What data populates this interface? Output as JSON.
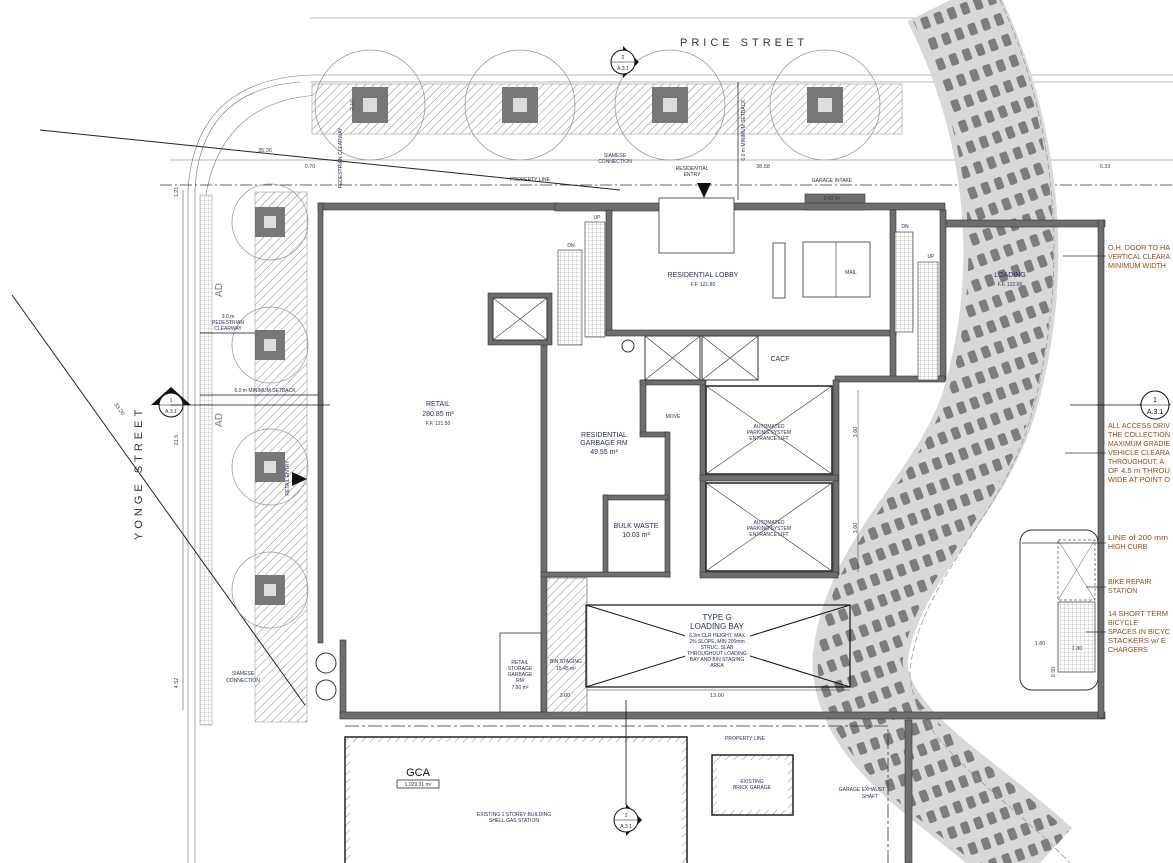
{
  "streets": {
    "north": "PRICE STREET",
    "west": "YONGE STREET"
  },
  "rooms": {
    "retail": {
      "name": "RETAIL",
      "area": "280.85 m²",
      "ff": "F.F. 121.50"
    },
    "lobby": {
      "name": "RESIDENTIAL LOBBY",
      "ff": "F.F. 121.80"
    },
    "mail": "MAIL",
    "garbage": {
      "line1": "RESIDENTIAL",
      "line2": "GARBAGE RM",
      "area": "49.55 m²"
    },
    "move": "MOVE",
    "cacf": "CACF",
    "bulk": {
      "name": "BULK WASTE",
      "area": "10.03 m²"
    },
    "aps_lift": [
      "AUTOMATED",
      "PARKING SYSTEM",
      "ENTRANCE LIFT"
    ],
    "loading": {
      "name": "LOADING",
      "ff": "F.F. 122.00"
    },
    "loading_bay": {
      "line1": "TYPE G",
      "line2": "LOADING BAY",
      "notes": [
        "6.3m CLR HEIGHT, MAX",
        "2% SLOPE, MIN 200mm",
        "STRUC. SLAB",
        "THROUGHOUT LOADING",
        "BAY AND BIN STAGING",
        "AREA"
      ]
    },
    "bin_staging": {
      "name": "BIN STAGING",
      "area": "15.45 m²"
    },
    "retail_storage": {
      "lines": [
        "RETAIL",
        "STORAGE",
        "GARBAGE",
        "RM"
      ],
      "area": "7.90 m²"
    },
    "gca": {
      "name": "GCA",
      "area": "1,029.31 m²"
    },
    "existing_building": [
      "EXISTING 1 STOREY BUILDING",
      "SHELL GAS STATION"
    ],
    "brick_garage": [
      "EXISTING",
      "BRICK GARAGE"
    ]
  },
  "stairs": {
    "up": "UP",
    "dn": "DN"
  },
  "labels": {
    "siamese": [
      "SIAMESE",
      "CONNECTION"
    ],
    "residential_entry": [
      "RESIDENTIAL",
      "ENTRY"
    ],
    "garage_intake": "GARAGE INTAKE",
    "intake_area": "2.40 m²",
    "property_line": "PROPERTY LINE",
    "setback": "6.0 m MINIMUM SETBACK",
    "pedestrian_clearway": [
      "3.0 m",
      "PEDESTRIAN",
      "CLEARWAY"
    ],
    "pedestrian_clearway_v": "PEDESTRIAN CLEARWAY",
    "garage_exhaust": [
      "GARAGE EXHAUST",
      "SHAFT"
    ],
    "ad": "AD",
    "retail_entry": "RETAIL ENTRY"
  },
  "notes": {
    "oh_door": [
      "O.H. DOOR TO HA",
      "VERTICAL CLEARA",
      "MINIMUM WIDTH"
    ],
    "access": [
      "ALL ACCESS DRIV",
      "THE COLLECTION",
      "MAXIMUM GRADIE",
      "VEHICLE CLEARA",
      "THROUGHOUT, A",
      "OF 4.5 m THROU",
      "WIDE AT POINT O"
    ],
    "curb": [
      "LINE of 200 mm",
      "HIGH CURB"
    ],
    "bike_repair": [
      "BIKE REPAIR",
      "STATION"
    ],
    "bike_spaces": [
      "14 SHORT TERM",
      "BICYCLE",
      "SPACES IN BICYC",
      "STACKERS w/ E",
      "CHARGERS"
    ]
  },
  "dimensions": {
    "d1": "35.36",
    "d2": "0.70",
    "d3": "38.58",
    "d4": "0.33",
    "d5": "1.21",
    "d6": "33.20",
    "d7": "4.52",
    "d8": "3.60",
    "d9": "3.60",
    "d10": "1.80",
    "d11": "1.80",
    "d12": "0.50",
    "d13": "3.00",
    "d14": "13.00",
    "d15": "21.5",
    "d16": "2.10"
  },
  "section_markers": [
    {
      "num": "2",
      "sheet": "A.3.1"
    },
    {
      "num": "1",
      "sheet": "A.3.1"
    },
    {
      "num": "2",
      "sheet": "A.3.1"
    },
    {
      "num": "1",
      "sheet": "A.3.1"
    }
  ]
}
